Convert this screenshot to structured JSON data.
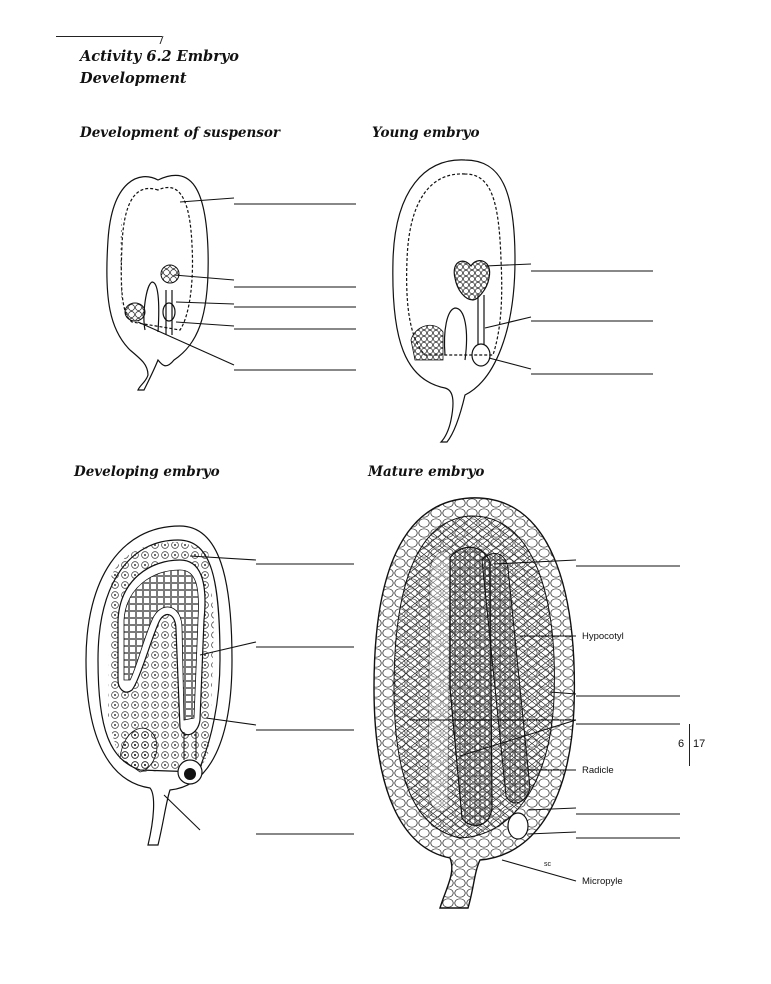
{
  "header": {
    "title_line1": "Activity 6.2 Embryo",
    "title_line2": "Development"
  },
  "sections": {
    "suspensor": "Development of suspensor",
    "young": "Young embryo",
    "developing": "Developing embryo",
    "mature": "Mature embryo"
  },
  "mature_labels": {
    "hypocotyl": "Hypocotyl",
    "radicle": "Radicle",
    "micropyle": "Micropyle",
    "small_mark": "sc"
  },
  "page_number": {
    "chapter": "6",
    "page": "17"
  },
  "colors": {
    "ink": "#111111",
    "background": "#ffffff"
  }
}
